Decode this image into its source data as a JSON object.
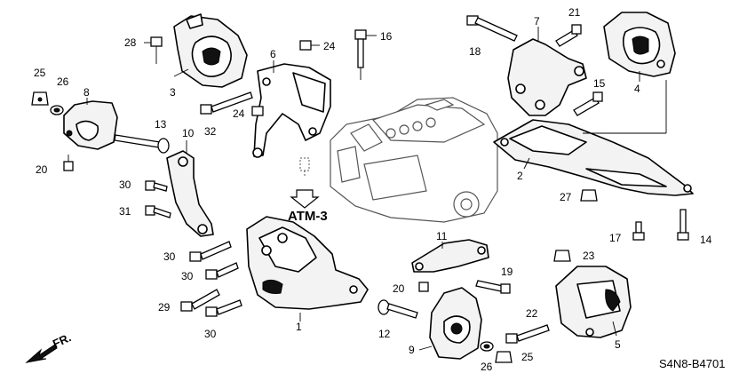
{
  "diagram": {
    "part_numbers": {
      "p1": "1",
      "p2": "2",
      "p3": "3",
      "p4": "4",
      "p5": "5",
      "p6": "6",
      "p7": "7",
      "p8": "8",
      "p9": "9",
      "p10": "10",
      "p11": "11",
      "p12": "12",
      "p13": "13",
      "p14": "14",
      "p15": "15",
      "p16": "16",
      "p17": "17",
      "p18": "18",
      "p19": "19",
      "p20a": "20",
      "p20b": "20",
      "p21": "21",
      "p22": "22",
      "p23": "23",
      "p24a": "24",
      "p24b": "24",
      "p25a": "25",
      "p25b": "25",
      "p26a": "26",
      "p26b": "26",
      "p27": "27",
      "p28": "28",
      "p29": "29",
      "p30a": "30",
      "p30b": "30",
      "p30c": "30",
      "p30d": "30",
      "p31": "31",
      "p32": "32"
    },
    "reference_label": "ATM-3",
    "direction_label": "FR.",
    "diagram_code": "S4N8-B4701"
  }
}
